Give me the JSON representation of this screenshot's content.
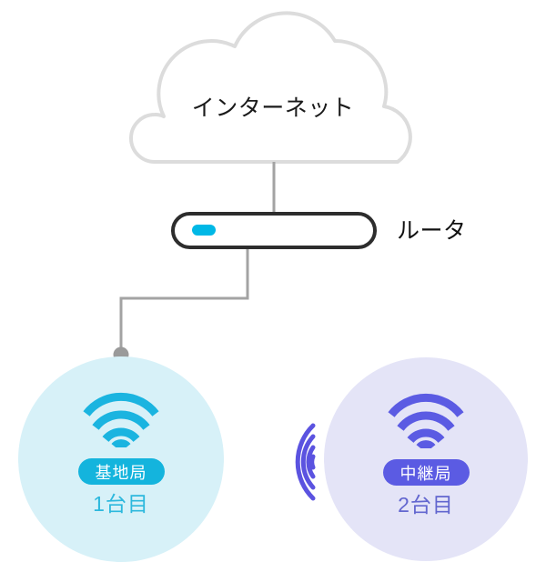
{
  "diagram": {
    "title": "Wi-Fi mesh network diagram",
    "background": "#ffffff"
  },
  "cloud": {
    "label": "インターネット",
    "stroke_color": "#dcdcdc",
    "fill_color": "#ffffff",
    "text_color": "#1a1a1a"
  },
  "router": {
    "label": "ルータ",
    "led_color": "#00b8e6",
    "border_color": "#2d2d2d",
    "label_color": "#111111"
  },
  "cable": {
    "color": "#a3a3a3",
    "endpoint_dot_color": "#9a9a9a"
  },
  "nodes": [
    {
      "id": "base-station",
      "badge": "基地局",
      "count": "1台目",
      "icon": "wifi-icon",
      "circle_color": "#d7f1f8",
      "accent_color": "#14b4dd",
      "icon_color": "#1ab4e0",
      "count_color": "#2cb8dd"
    },
    {
      "id": "relay-station",
      "badge": "中継局",
      "count": "2台目",
      "icon": "wifi-icon",
      "circle_color": "#e4e4f7",
      "accent_color": "#5b5be3",
      "icon_color": "#5b5be3",
      "count_color": "#6266cf"
    }
  ],
  "wireless_link": {
    "icon": "wireless-signal-icon",
    "color": "#5b53e0",
    "arc_count": 4,
    "direction": "left"
  }
}
